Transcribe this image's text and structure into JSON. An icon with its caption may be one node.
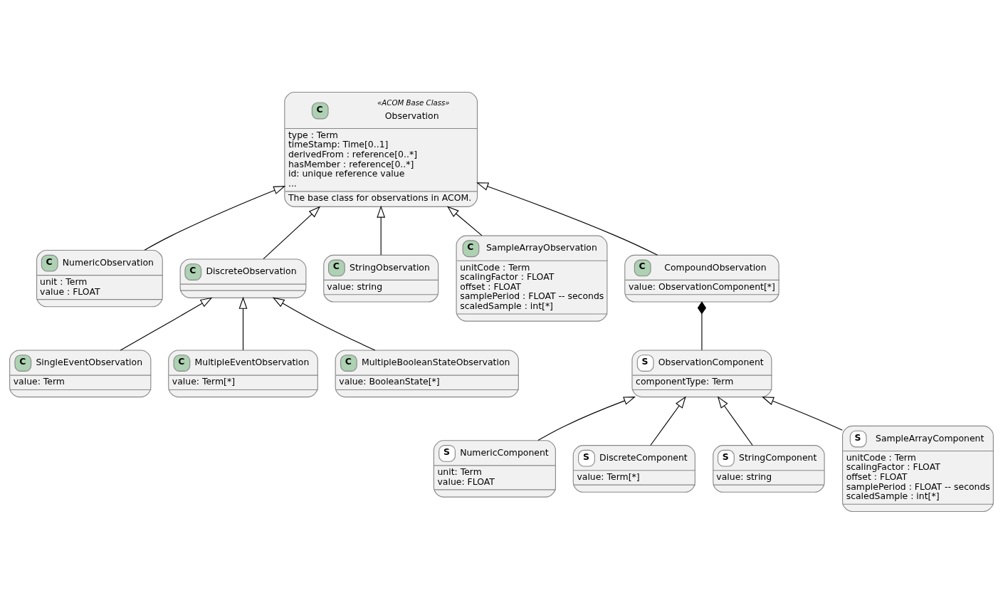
{
  "diagram": {
    "nodes": [
      {
        "text": [
          "C",
          "«ACOM Base Class»",
          "Observation",
          "type : Term",
          "timeStamp: Time[0..1]",
          "derivedFrom : reference[0..*]",
          "hasMember : reference[0..*]",
          "id: unique reference value",
          "...",
          "The base class for observations in ACOM."
        ]
      },
      {
        "text": [
          "C",
          "NumericObservation",
          "unit : Term",
          "value : FLOAT"
        ]
      },
      {
        "text": [
          "C",
          "DiscreteObservation"
        ]
      },
      {
        "text": [
          "C",
          "StringObservation",
          "value: string"
        ]
      },
      {
        "text": [
          "C",
          "SampleArrayObservation",
          "unitCode : Term",
          "scalingFactor : FLOAT",
          "offset : FLOAT",
          "samplePeriod : FLOAT -- seconds",
          "scaledSample : int[*]"
        ]
      },
      {
        "text": [
          "C",
          "CompoundObservation",
          "value: ObservationComponent[*]"
        ]
      },
      {
        "text": [
          "C",
          "SingleEventObservation",
          "value: Term"
        ]
      },
      {
        "text": [
          "C",
          "MultipleEventObservation",
          "value: Term[*]"
        ]
      },
      {
        "text": [
          "C",
          "MultipleBooleanStateObservation",
          "value: BooleanState[*]"
        ]
      },
      {
        "text": [
          "S",
          "ObservationComponent",
          "componentType: Term"
        ]
      },
      {
        "text": [
          "S",
          "NumericComponent",
          "unit: Term",
          "value: FLOAT"
        ]
      },
      {
        "text": [
          "S",
          "DiscreteComponent",
          "value: Term[*]"
        ]
      },
      {
        "text": [
          "S",
          "StringComponent",
          "value: string"
        ]
      },
      {
        "text": [
          "S",
          "SampleArrayComponent",
          "unitCode : Term",
          "scalingFactor : FLOAT",
          "offset : FLOAT",
          "samplePeriod : FLOAT -- seconds",
          "scaledSample : int[*]"
        ]
      }
    ],
    "edges": [
      {
        "from": 1,
        "to": 0,
        "arrow": "to"
      },
      {
        "from": 2,
        "to": 0,
        "arrow": "to"
      },
      {
        "from": 3,
        "to": 0,
        "arrow": "to"
      },
      {
        "from": 4,
        "to": 0,
        "arrow": "to"
      },
      {
        "from": 5,
        "to": 0,
        "arrow": "to"
      },
      {
        "from": 9,
        "to": 5,
        "arrow": "other"
      },
      {
        "from": 6,
        "to": 2,
        "arrow": "to"
      },
      {
        "from": 7,
        "to": 2,
        "arrow": "to"
      },
      {
        "from": 8,
        "to": 2,
        "arrow": "to"
      },
      {
        "from": 10,
        "to": 9,
        "arrow": "to"
      },
      {
        "from": 11,
        "to": 9,
        "arrow": "to"
      },
      {
        "from": 12,
        "to": 9,
        "arrow": "to"
      },
      {
        "from": 13,
        "to": 9,
        "arrow": "to"
      }
    ]
  }
}
